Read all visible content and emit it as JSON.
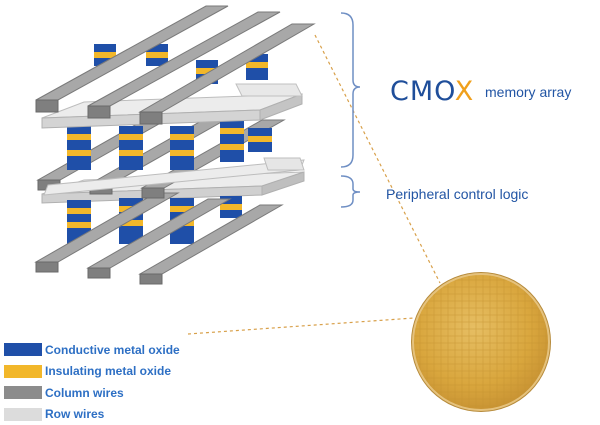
{
  "figure": {
    "brand_text": "CMO",
    "brand_x": "X",
    "array_label": "memory array",
    "peripheral_label": "Peripheral control logic"
  },
  "legend": [
    {
      "label": "Conductive metal oxide",
      "color": "#1f4fa8"
    },
    {
      "label": "Insulating metal oxide",
      "color": "#f2b72a"
    },
    {
      "label": "Column wires",
      "color": "#8c8c8c"
    },
    {
      "label": "Row wires",
      "color": "#dcdcdc"
    }
  ],
  "colors": {
    "accent": "#2255a4",
    "bracket": "#6f8fc4",
    "wafer": "#d9a63d",
    "connector": "#d8a04a"
  }
}
